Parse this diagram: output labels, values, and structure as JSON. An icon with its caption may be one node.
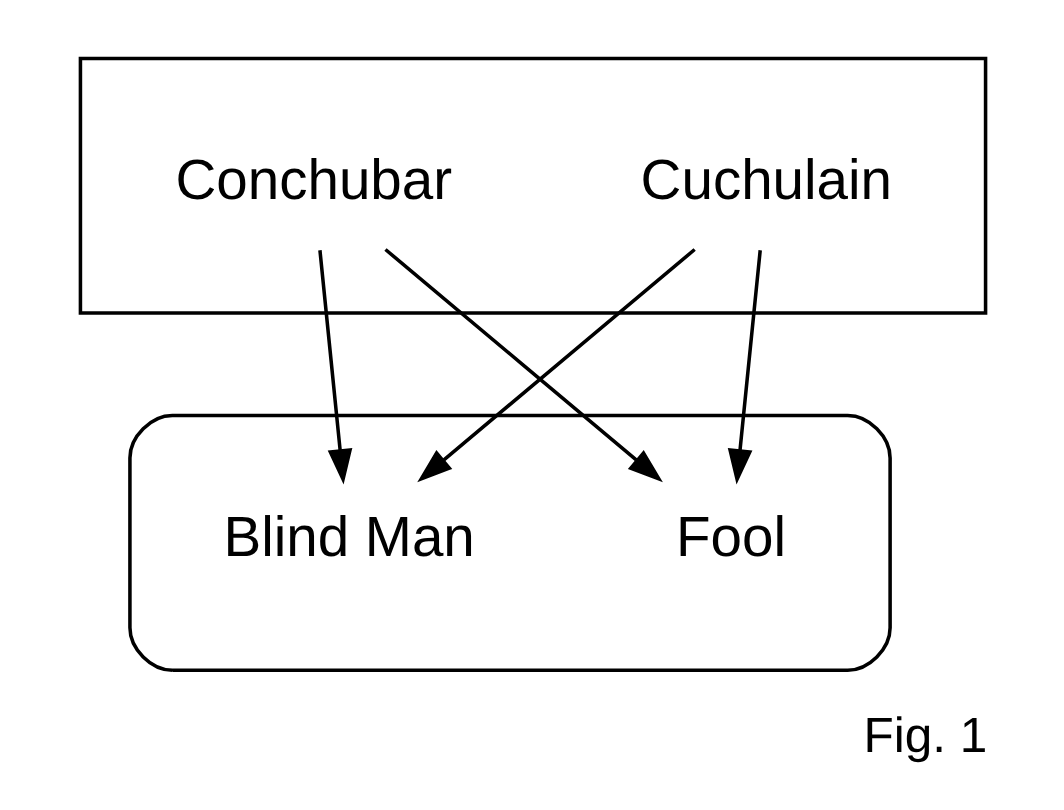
{
  "diagram": {
    "caption": "Fig. 1",
    "nodes": [
      {
        "text": [],
        "shape": "box"
      },
      {
        "text": [
          "Conchubar"
        ],
        "in": 0
      },
      {
        "text": [
          "Cuchulain"
        ],
        "in": 0
      },
      {
        "text": [],
        "shape": "parallelogram"
      },
      {
        "text": [
          "Blind Man"
        ],
        "in": 3
      },
      {
        "text": [
          "Fool"
        ],
        "in": 3
      }
    ],
    "edges": [
      {
        "from": 1,
        "to": 4,
        "arrow": "to"
      },
      {
        "from": 1,
        "to": 5,
        "arrow": "to"
      },
      {
        "from": 2,
        "to": 4,
        "arrow": "to"
      },
      {
        "from": 2,
        "to": 5,
        "arrow": "to"
      }
    ]
  }
}
